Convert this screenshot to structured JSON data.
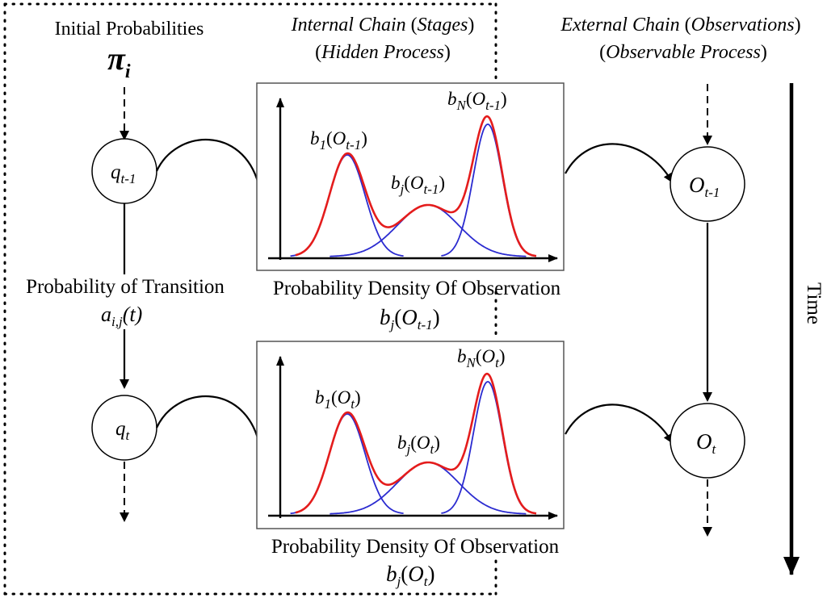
{
  "header": {
    "initial": "Initial Probabilities",
    "pi": "π",
    "pi_sub": "i",
    "internal_line1_a": "Internal Chain",
    "internal_line1_b": "(",
    "internal_line1_c": "Stages",
    "internal_line1_d": ")",
    "internal_line2_a": "(",
    "internal_line2_b": "Hidden Process",
    "internal_line2_c": ")",
    "external_line1_a": "External Chain",
    "external_line1_b": "(",
    "external_line1_c": "Observations",
    "external_line1_d": ")",
    "external_line2_a": "(",
    "external_line2_b": "Observable Process",
    "external_line2_c": ")"
  },
  "states": {
    "q_prev": "q",
    "q_prev_sub": "t-1",
    "q_curr": "q",
    "q_curr_sub": "t"
  },
  "observations": {
    "o_prev": "O",
    "o_prev_sub": "t-1",
    "o_curr": "O",
    "o_curr_sub": "t"
  },
  "transition": {
    "label": "Probability of Transition",
    "a": "a",
    "a_sub": "i,j",
    "a_arg": "(t)"
  },
  "time_label": "Time",
  "density_top": {
    "caption": "Probability Density Of Observation",
    "b": "b",
    "b_sub": "j",
    "open": "(",
    "O": "O",
    "O_sub": "t-1",
    "close": ")",
    "peak1": {
      "b": "b",
      "sub": "1",
      "O": "O",
      "Osub": "t-1"
    },
    "peakj": {
      "b": "b",
      "sub": "j",
      "O": "O",
      "Osub": "t-1"
    },
    "peakN": {
      "b": "b",
      "sub": "N",
      "O": "O",
      "Osub": "t-1"
    }
  },
  "density_bottom": {
    "caption": "Probability Density Of Observation",
    "b": "b",
    "b_sub": "j",
    "open": "(",
    "O": "O",
    "O_sub": "t",
    "close": ")",
    "peak1": {
      "b": "b",
      "sub": "1",
      "O": "O",
      "Osub": "t"
    },
    "peakj": {
      "b": "b",
      "sub": "j",
      "O": "O",
      "Osub": "t"
    },
    "peakN": {
      "b": "b",
      "sub": "N",
      "O": "O",
      "Osub": "t"
    }
  },
  "colors": {
    "mixture": "#e41c1c",
    "component": "#2b2bd0",
    "line": "#000000"
  }
}
